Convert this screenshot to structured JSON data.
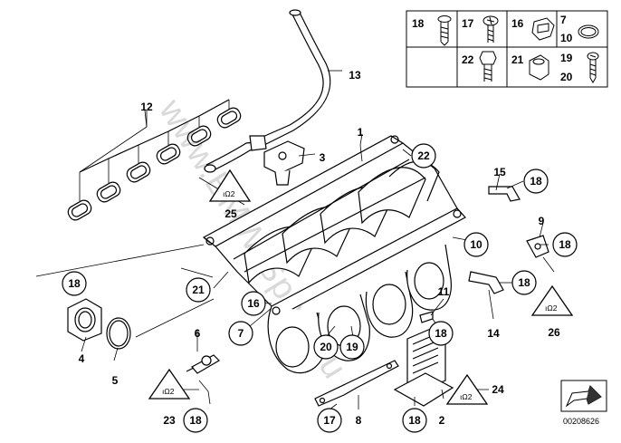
{
  "diagram_id": "00208626",
  "watermark": "www.BMW-Sport.eu",
  "legend_box": {
    "cells": [
      {
        "labels": [
          "18"
        ]
      },
      {
        "labels": [
          "17"
        ]
      },
      {
        "labels": [
          "16"
        ]
      },
      {
        "labels": [
          "7",
          "10"
        ]
      },
      {
        "labels": [
          "22"
        ]
      },
      {
        "labels": [
          "21"
        ]
      },
      {
        "labels": [
          "19",
          "20"
        ]
      }
    ]
  },
  "callouts": [
    {
      "id": "c1",
      "text": "1",
      "style": "plain"
    },
    {
      "id": "c2",
      "text": "2",
      "style": "plain"
    },
    {
      "id": "c3",
      "text": "3",
      "style": "plain"
    },
    {
      "id": "c4",
      "text": "4",
      "style": "plain"
    },
    {
      "id": "c5",
      "text": "5",
      "style": "plain"
    },
    {
      "id": "c6",
      "text": "6",
      "style": "plain"
    },
    {
      "id": "c7",
      "text": "7",
      "style": "circle"
    },
    {
      "id": "c8",
      "text": "8",
      "style": "plain"
    },
    {
      "id": "c9",
      "text": "9",
      "style": "plain"
    },
    {
      "id": "c10",
      "text": "10",
      "style": "circle"
    },
    {
      "id": "c11",
      "text": "11",
      "style": "plain"
    },
    {
      "id": "c12",
      "text": "12",
      "style": "plain"
    },
    {
      "id": "c13",
      "text": "13",
      "style": "plain"
    },
    {
      "id": "c14",
      "text": "14",
      "style": "plain"
    },
    {
      "id": "c15",
      "text": "15",
      "style": "plain"
    },
    {
      "id": "c16",
      "text": "16",
      "style": "circle"
    },
    {
      "id": "c17",
      "text": "17",
      "style": "circle"
    },
    {
      "id": "c18a",
      "text": "18",
      "style": "circle"
    },
    {
      "id": "c18b",
      "text": "18",
      "style": "circle"
    },
    {
      "id": "c18c",
      "text": "18",
      "style": "circle"
    },
    {
      "id": "c18d",
      "text": "18",
      "style": "circle"
    },
    {
      "id": "c18e",
      "text": "18",
      "style": "circle"
    },
    {
      "id": "c18f",
      "text": "18",
      "style": "circle"
    },
    {
      "id": "c18g",
      "text": "18",
      "style": "circle"
    },
    {
      "id": "c19",
      "text": "19",
      "style": "circle"
    },
    {
      "id": "c20",
      "text": "20",
      "style": "circle"
    },
    {
      "id": "c21",
      "text": "21",
      "style": "circle"
    },
    {
      "id": "c22",
      "text": "22",
      "style": "circle"
    },
    {
      "id": "c23",
      "text": "23",
      "style": "plain"
    },
    {
      "id": "c24",
      "text": "24",
      "style": "plain"
    },
    {
      "id": "c25",
      "text": "25",
      "style": "plain"
    },
    {
      "id": "c26",
      "text": "26",
      "style": "plain"
    }
  ],
  "icons": [
    "warning-triangle-icon",
    "orientation-arrow-icon",
    "screw-icon",
    "nut-icon",
    "o-ring-icon",
    "sensor-icon"
  ]
}
